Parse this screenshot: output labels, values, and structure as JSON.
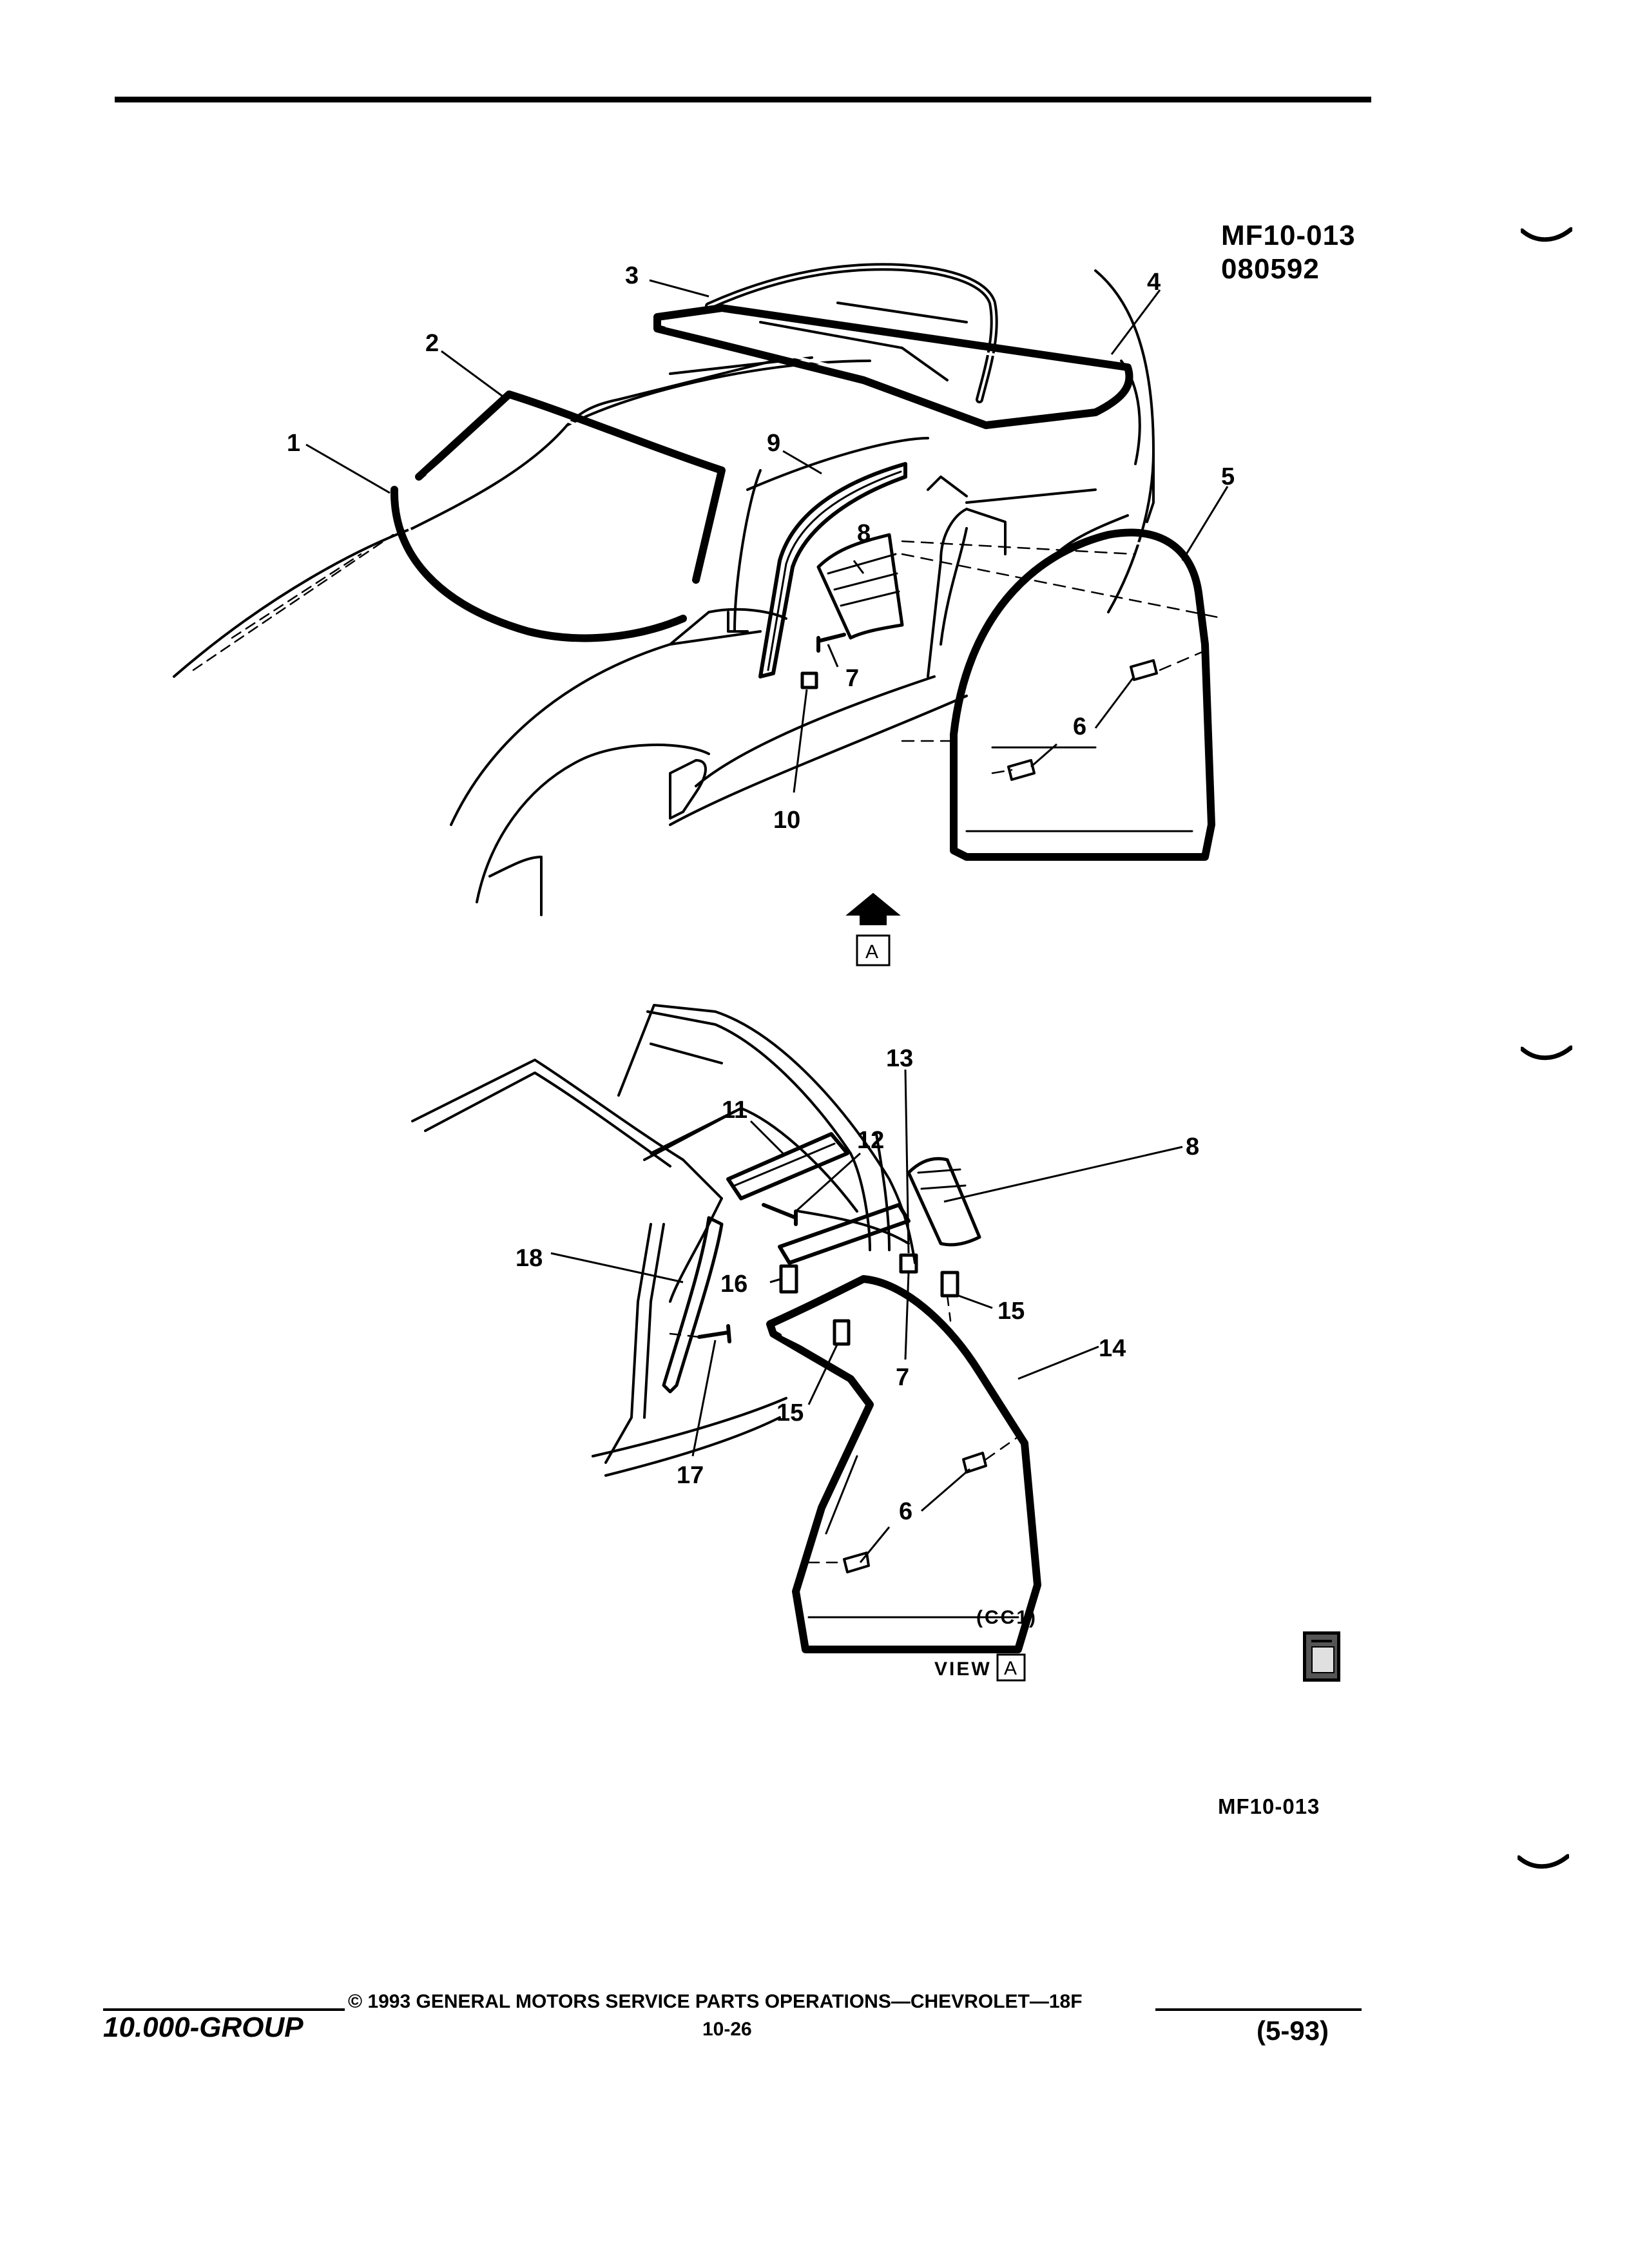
{
  "figure": {
    "code": "MF10-013",
    "date_code": "080592",
    "bottom_code": "MF10-013"
  },
  "view_marker": "A",
  "view_caption": {
    "prefix": "VIEW",
    "letter": "A"
  },
  "variant_code": "(CC1)",
  "callouts_top": [
    "1",
    "2",
    "3",
    "4",
    "5",
    "6",
    "7",
    "8",
    "9",
    "10"
  ],
  "callouts_bottom": [
    "11",
    "12",
    "13",
    "8",
    "18",
    "16",
    "15",
    "7",
    "14",
    "15",
    "17",
    "6"
  ],
  "footer": {
    "group": "10.000-GROUP",
    "copyright": "© 1993 GENERAL MOTORS SERVICE PARTS OPERATIONS—CHEVROLET—18F",
    "page": "10-26",
    "date": "(5-93)"
  },
  "colors": {
    "ink": "#000000",
    "paper": "#ffffff"
  },
  "icons": {
    "emblem": "gm-spo-logo-icon",
    "arrow": "up-arrow-icon"
  }
}
